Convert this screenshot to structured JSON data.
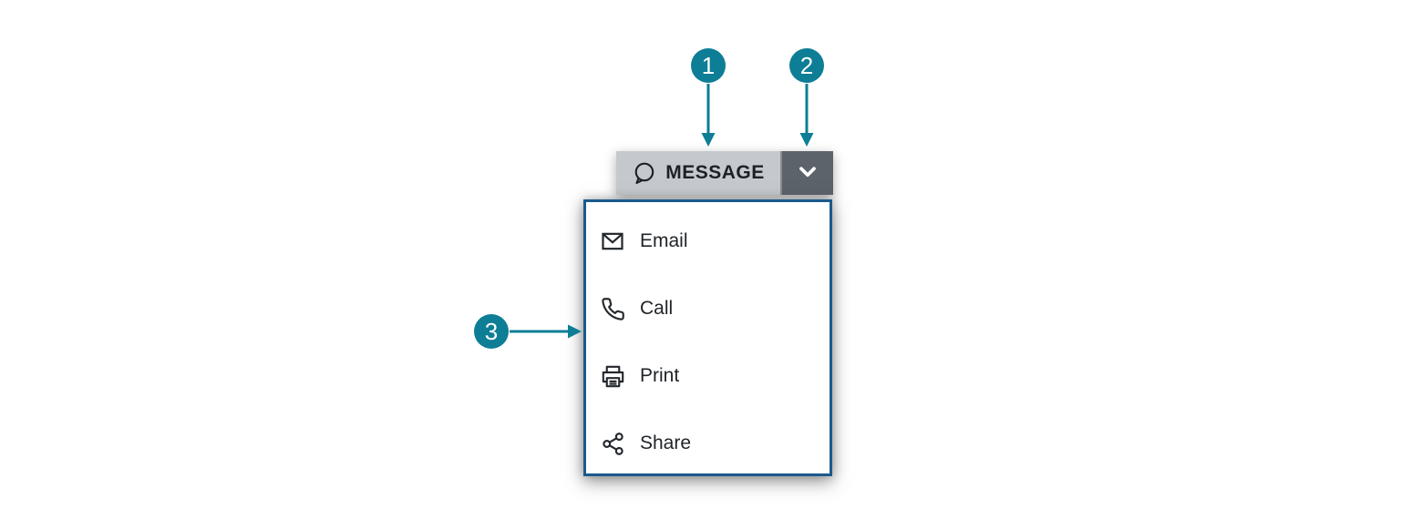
{
  "colors": {
    "callout_teal": "#0d7e95",
    "button_bg": "#c5c9ce",
    "toggle_bg": "#5d636b",
    "button_divider": "#888d94",
    "menu_border": "#1b5a8c",
    "menu_bg": "#ffffff",
    "text_dark": "#212529",
    "chevron": "#ffffff"
  },
  "split_button": {
    "label": "MESSAGE",
    "icon": "speech-bubble",
    "toggle_icon": "chevron-down"
  },
  "menu": {
    "items": [
      {
        "label": "Email",
        "icon": "envelope-icon"
      },
      {
        "label": "Call",
        "icon": "phone-icon"
      },
      {
        "label": "Print",
        "icon": "printer-icon"
      },
      {
        "label": "Share",
        "icon": "share-nodes-icon"
      }
    ]
  },
  "callouts": [
    {
      "number": "1",
      "points_to": "message-button"
    },
    {
      "number": "2",
      "points_to": "dropdown-toggle"
    },
    {
      "number": "3",
      "points_to": "dropdown-menu"
    }
  ]
}
